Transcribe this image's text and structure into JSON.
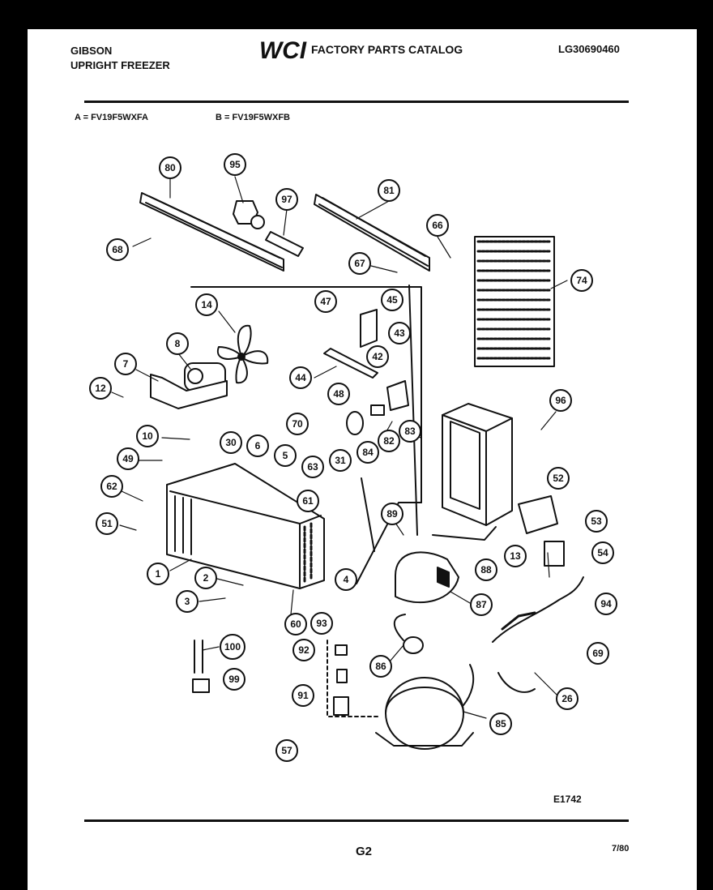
{
  "header": {
    "brand": "GIBSON",
    "product": "UPRIGHT FREEZER",
    "logo_text": "WCI",
    "catalog_title": "FACTORY PARTS CATALOG",
    "catalog_number": "LG30690460"
  },
  "models": {
    "a": "A = FV19F5WXFA",
    "b": "B = FV19F5WXFB"
  },
  "footer": {
    "figure_code": "E1742",
    "page": "G2",
    "date": "7/80"
  },
  "callouts": [
    {
      "id": "c80a",
      "label": "80"
    },
    {
      "id": "c95",
      "label": "95"
    },
    {
      "id": "c97",
      "label": "97"
    },
    {
      "id": "c81",
      "label": "81"
    },
    {
      "id": "c68a",
      "label": "68"
    },
    {
      "id": "c66",
      "label": "66"
    },
    {
      "id": "c67",
      "label": "67"
    },
    {
      "id": "c74",
      "label": "74"
    },
    {
      "id": "c14",
      "label": "14"
    },
    {
      "id": "c47",
      "label": "47"
    },
    {
      "id": "c45",
      "label": "45"
    },
    {
      "id": "c43",
      "label": "43"
    },
    {
      "id": "c42",
      "label": "42"
    },
    {
      "id": "c8",
      "label": "8"
    },
    {
      "id": "c7",
      "label": "7"
    },
    {
      "id": "c44",
      "label": "44"
    },
    {
      "id": "c12",
      "label": "12"
    },
    {
      "id": "c48",
      "label": "48"
    },
    {
      "id": "c96",
      "label": "96"
    },
    {
      "id": "c70",
      "label": "70"
    },
    {
      "id": "c10",
      "label": "10"
    },
    {
      "id": "c30",
      "label": "30"
    },
    {
      "id": "c6",
      "label": "6"
    },
    {
      "id": "c5",
      "label": "5"
    },
    {
      "id": "c84",
      "label": "84"
    },
    {
      "id": "c82",
      "label": "82"
    },
    {
      "id": "c83",
      "label": "83"
    },
    {
      "id": "c49",
      "label": "49"
    },
    {
      "id": "c63",
      "label": "63"
    },
    {
      "id": "c31",
      "label": "31"
    },
    {
      "id": "c62",
      "label": "62"
    },
    {
      "id": "c52",
      "label": "52"
    },
    {
      "id": "c61",
      "label": "61"
    },
    {
      "id": "c89",
      "label": "89"
    },
    {
      "id": "c53",
      "label": "53"
    },
    {
      "id": "c51",
      "label": "51"
    },
    {
      "id": "c13",
      "label": "13"
    },
    {
      "id": "c54",
      "label": "54"
    },
    {
      "id": "c1",
      "label": "1"
    },
    {
      "id": "c2",
      "label": "2"
    },
    {
      "id": "c4",
      "label": "4"
    },
    {
      "id": "c88",
      "label": "88"
    },
    {
      "id": "c3",
      "label": "3"
    },
    {
      "id": "c87",
      "label": "87"
    },
    {
      "id": "c94",
      "label": "94"
    },
    {
      "id": "c60",
      "label": "60"
    },
    {
      "id": "c93",
      "label": "93"
    },
    {
      "id": "c100",
      "label": "100"
    },
    {
      "id": "c69",
      "label": "69"
    },
    {
      "id": "c92",
      "label": "92"
    },
    {
      "id": "c86",
      "label": "86"
    },
    {
      "id": "c99",
      "label": "99"
    },
    {
      "id": "c26",
      "label": "26"
    },
    {
      "id": "c91",
      "label": "91"
    },
    {
      "id": "c85",
      "label": "85"
    },
    {
      "id": "c57",
      "label": "57"
    }
  ]
}
